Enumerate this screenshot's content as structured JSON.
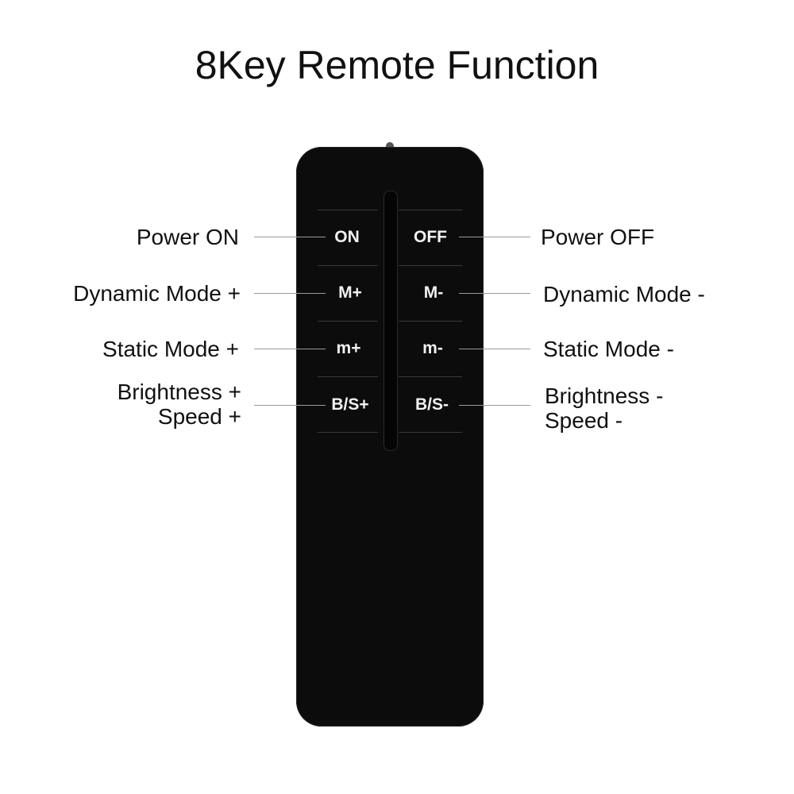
{
  "title": "8Key Remote Function",
  "keys": {
    "on": "ON",
    "off": "OFF",
    "m_plus": "M+",
    "m_minus": "M-",
    "s_plus": "m+",
    "s_minus": "m-",
    "bs_plus": "B/S+",
    "bs_minus": "B/S-"
  },
  "labels": {
    "power_on": "Power ON",
    "power_off": "Power OFF",
    "dynamic_plus": "Dynamic Mode +",
    "dynamic_minus": "Dynamic Mode -",
    "static_plus": "Static Mode +",
    "static_minus": "Static Mode -",
    "brightness_plus": "Brightness +",
    "speed_plus": "Speed +",
    "brightness_minus": "Brightness -",
    "speed_minus": "Speed -"
  },
  "colors": {
    "remote_body": "#0c0c0c",
    "key_text": "#f2f2f2",
    "leader_line": "#9a9a9a"
  }
}
